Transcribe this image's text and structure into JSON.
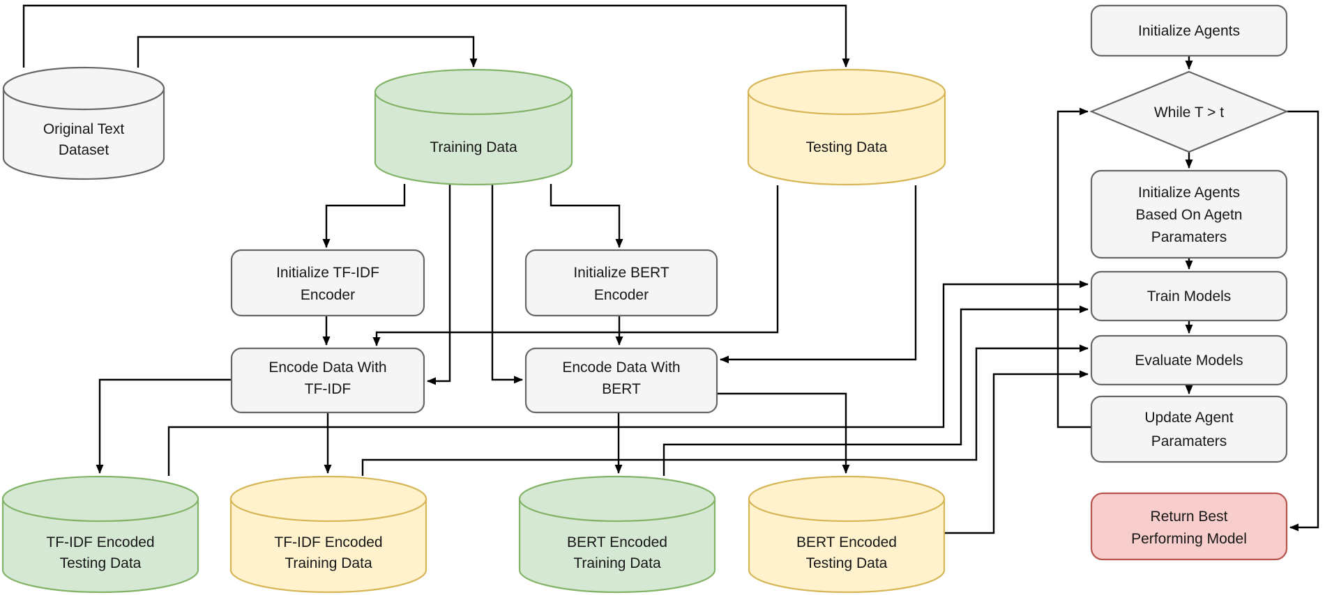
{
  "colors": {
    "gray_fill": "#F5F5F5",
    "gray_stroke": "#666666",
    "green_fill": "#D5E8D4",
    "green_stroke": "#82B366",
    "yellow_fill": "#FFF2CC",
    "yellow_stroke": "#D6B656",
    "red_fill": "#F8CECC",
    "red_stroke": "#B85450",
    "edge": "#000000"
  },
  "nodes": {
    "original_text_dataset": {
      "type": "cylinder",
      "color": "gray",
      "line1": "Original Text",
      "line2": "Dataset"
    },
    "training_data": {
      "type": "cylinder",
      "color": "green",
      "line1": "Training Data"
    },
    "testing_data": {
      "type": "cylinder",
      "color": "yellow",
      "line1": "Testing Data"
    },
    "initialize_tfidf_encoder": {
      "type": "process",
      "color": "gray",
      "line1": "Initialize TF-IDF",
      "line2": "Encoder"
    },
    "initialize_bert_encoder": {
      "type": "process",
      "color": "gray",
      "line1": "Initialize BERT",
      "line2": "Encoder"
    },
    "encode_data_tfidf": {
      "type": "process",
      "color": "gray",
      "line1": "Encode Data With",
      "line2": "TF-IDF"
    },
    "encode_data_bert": {
      "type": "process",
      "color": "gray",
      "line1": "Encode Data With",
      "line2": "BERT"
    },
    "tfidf_encoded_testing": {
      "type": "cylinder",
      "color": "green",
      "line1": "TF-IDF Encoded",
      "line2": "Testing Data"
    },
    "tfidf_encoded_training": {
      "type": "cylinder",
      "color": "yellow",
      "line1": "TF-IDF Encoded",
      "line2": "Training Data"
    },
    "bert_encoded_training": {
      "type": "cylinder",
      "color": "green",
      "line1": "BERT Encoded",
      "line2": "Training Data"
    },
    "bert_encoded_testing": {
      "type": "cylinder",
      "color": "yellow",
      "line1": "BERT Encoded",
      "line2": "Testing Data"
    },
    "initialize_agents": {
      "type": "process",
      "color": "gray",
      "line1": "Initialize Agents"
    },
    "while_condition": {
      "type": "decision",
      "color": "gray",
      "line1": "While T > t"
    },
    "initialize_agents_based": {
      "type": "process",
      "color": "gray",
      "line1": "Initialize Agents",
      "line2": "Based On Agetn",
      "line3": "Paramaters"
    },
    "train_models": {
      "type": "process",
      "color": "gray",
      "line1": "Train Models"
    },
    "evaluate_models": {
      "type": "process",
      "color": "gray",
      "line1": "Evaluate Models"
    },
    "update_agent_parameters": {
      "type": "process",
      "color": "gray",
      "line1": "Update Agent",
      "line2": "Paramaters"
    },
    "return_best_model": {
      "type": "terminal",
      "color": "red",
      "line1": "Return Best",
      "line2": "Performing Model"
    }
  },
  "connections": [
    {
      "from": "original_text_dataset",
      "to": "training_data"
    },
    {
      "from": "original_text_dataset",
      "to": "testing_data"
    },
    {
      "from": "training_data",
      "to": "initialize_tfidf_encoder"
    },
    {
      "from": "training_data",
      "to": "encode_data_tfidf"
    },
    {
      "from": "training_data",
      "to": "encode_data_bert"
    },
    {
      "from": "training_data",
      "to": "initialize_bert_encoder"
    },
    {
      "from": "testing_data",
      "to": "encode_data_tfidf"
    },
    {
      "from": "testing_data",
      "to": "encode_data_bert"
    },
    {
      "from": "initialize_tfidf_encoder",
      "to": "encode_data_tfidf"
    },
    {
      "from": "initialize_bert_encoder",
      "to": "encode_data_bert"
    },
    {
      "from": "encode_data_tfidf",
      "to": "tfidf_encoded_testing"
    },
    {
      "from": "encode_data_tfidf",
      "to": "tfidf_encoded_training"
    },
    {
      "from": "encode_data_bert",
      "to": "bert_encoded_training"
    },
    {
      "from": "encode_data_bert",
      "to": "bert_encoded_testing"
    },
    {
      "from": "tfidf_encoded_testing",
      "to": "train_models"
    },
    {
      "from": "bert_encoded_training",
      "to": "train_models"
    },
    {
      "from": "tfidf_encoded_training",
      "to": "evaluate_models"
    },
    {
      "from": "bert_encoded_testing",
      "to": "evaluate_models"
    },
    {
      "from": "initialize_agents",
      "to": "while_condition"
    },
    {
      "from": "while_condition",
      "to": "initialize_agents_based"
    },
    {
      "from": "initialize_agents_based",
      "to": "train_models"
    },
    {
      "from": "train_models",
      "to": "evaluate_models"
    },
    {
      "from": "evaluate_models",
      "to": "update_agent_parameters"
    },
    {
      "from": "update_agent_parameters",
      "to": "while_condition"
    },
    {
      "from": "while_condition",
      "to": "return_best_model"
    }
  ]
}
